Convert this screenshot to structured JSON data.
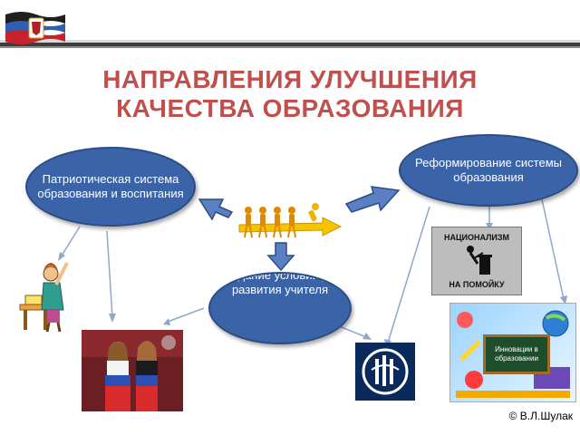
{
  "slide": {
    "title_line1": "НАПРАВЛЕНИЯ УЛУЧШЕНИЯ",
    "title_line2": "КАЧЕСТВА ОБРАЗОВАНИЯ",
    "copyright": "© В.Л.Шулак"
  },
  "nodes": {
    "left": "Патриотическая система образования и воспитания",
    "right": "Реформирование системы образования",
    "center": "Создание условий для развития учителя"
  },
  "images": {
    "sign_line1": "НАЦИОНАЛИЗМ",
    "sign_line2": "НА ПОМОЙКУ",
    "board_line1": "Инновации в",
    "board_line2": "образовании"
  },
  "colors": {
    "title": "#c0504d",
    "ellipse_fill": "#3a63a8",
    "ellipse_border": "#2b4d86",
    "arrow": "#3a63a8",
    "stripe_dark": "#3c3c3c"
  },
  "icons": [
    "flag-icon",
    "team-arrow-icon",
    "teacher-clipart-icon",
    "logo-icon"
  ]
}
